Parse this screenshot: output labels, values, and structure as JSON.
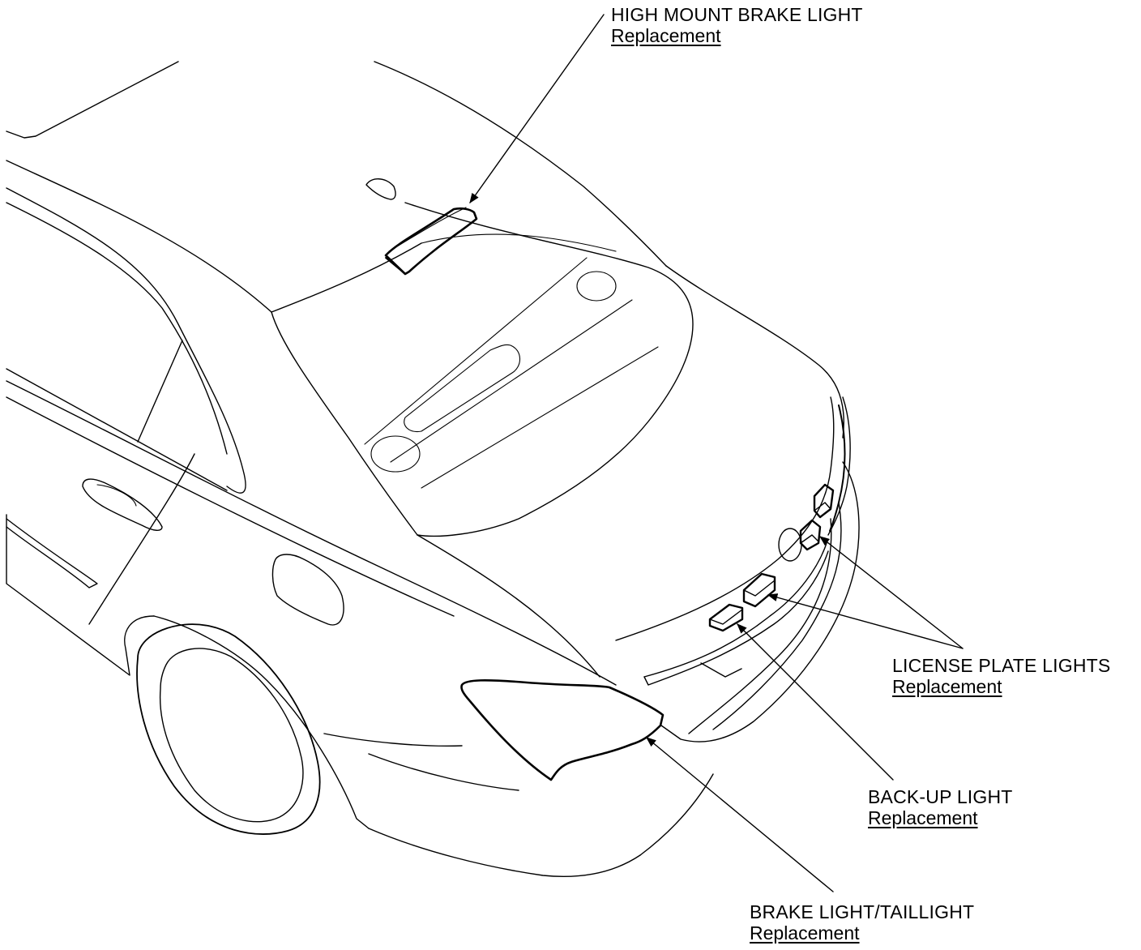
{
  "callouts": {
    "high_mount_brake_light": {
      "title": "HIGH MOUNT BRAKE LIGHT",
      "link": "Replacement"
    },
    "license_plate_lights": {
      "title": "LICENSE PLATE LIGHTS",
      "link": "Replacement"
    },
    "back_up_light": {
      "title": "BACK-UP LIGHT",
      "link": "Replacement"
    },
    "brake_light_taillight": {
      "title": "BRAKE LIGHT/TAILLIGHT",
      "link": "Replacement"
    }
  },
  "colors": {
    "line": "#000000",
    "background": "#ffffff"
  }
}
